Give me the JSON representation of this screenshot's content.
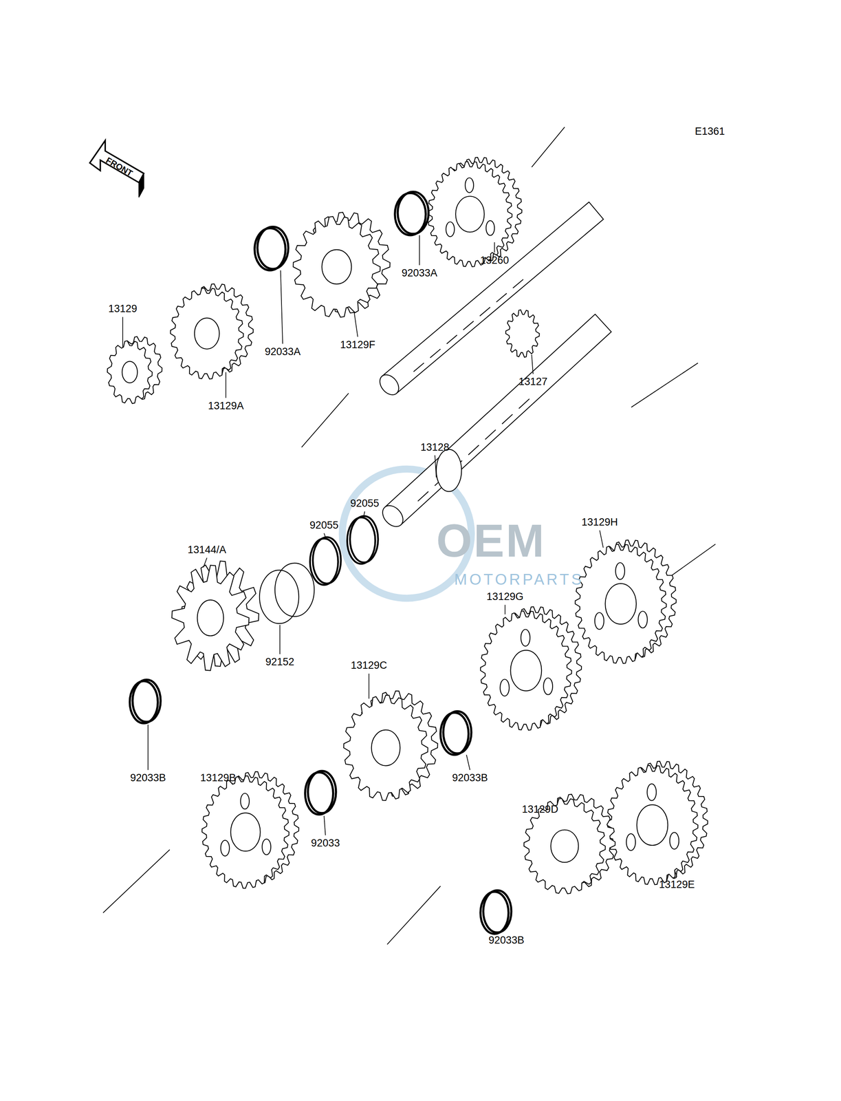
{
  "diagram": {
    "labels": [
      "E1361",
      "FRONT",
      "13260",
      "92033A",
      "13129F",
      "92033A",
      "13129",
      "13129A",
      "13127",
      "13128",
      "92055",
      "92055",
      "13144/A",
      "13129H",
      "13129G",
      "92152",
      "13129C",
      "92033B",
      "13129B",
      "92033B",
      "13129D",
      "92033",
      "13129E",
      "92033B",
      "OEM",
      "MOTORPARTS"
    ]
  }
}
